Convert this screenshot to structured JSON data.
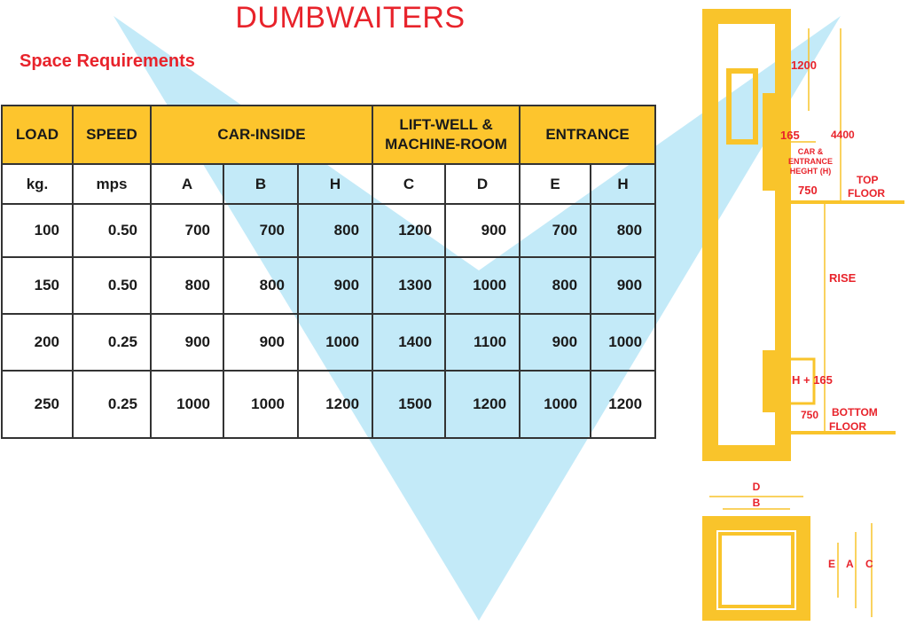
{
  "page": {
    "title": "DUMBWAITERS",
    "subtitle": "Space Requirements"
  },
  "table": {
    "group_headers": [
      "LOAD",
      "SPEED",
      "CAR-INSIDE",
      "LIFT-WELL & MACHINE-ROOM",
      "ENTRANCE"
    ],
    "units": [
      "kg.",
      "mps",
      "A",
      "B",
      "H",
      "C",
      "D",
      "E",
      "H"
    ],
    "rows": [
      [
        "100",
        "0.50",
        "700",
        "700",
        "800",
        "1200",
        "900",
        "700",
        "800"
      ],
      [
        "150",
        "0.50",
        "800",
        "800",
        "900",
        "1300",
        "1000",
        "800",
        "900"
      ],
      [
        "200",
        "0.25",
        "900",
        "900",
        "1000",
        "1400",
        "1100",
        "900",
        "1000"
      ],
      [
        "250",
        "0.25",
        "1000",
        "1000",
        "1200",
        "1500",
        "1200",
        "1000",
        "1200"
      ]
    ]
  },
  "elevation": {
    "dim_1200": "1200",
    "dim_4400": "4400",
    "dim_165": "165",
    "car_entrance_height": [
      "CAR &",
      "ENTRANCE",
      "HEGHT (H)"
    ],
    "dim_750_top": "750",
    "top_floor": [
      "TOP",
      "FLOOR"
    ],
    "rise": "RISE",
    "h_plus_165": "H + 165",
    "dim_750_bottom": "750",
    "bottom_floor": [
      "BOTTOM",
      "FLOOR"
    ]
  },
  "plan": {
    "D": "D",
    "B": "B",
    "E": "E",
    "A": "A",
    "C": "C"
  },
  "colors": {
    "accent_red": "#e8232b",
    "header_yellow": "#fdc52d",
    "diagram_yellow": "#f9c42b",
    "watermark_blue": "#b9e6f7"
  }
}
